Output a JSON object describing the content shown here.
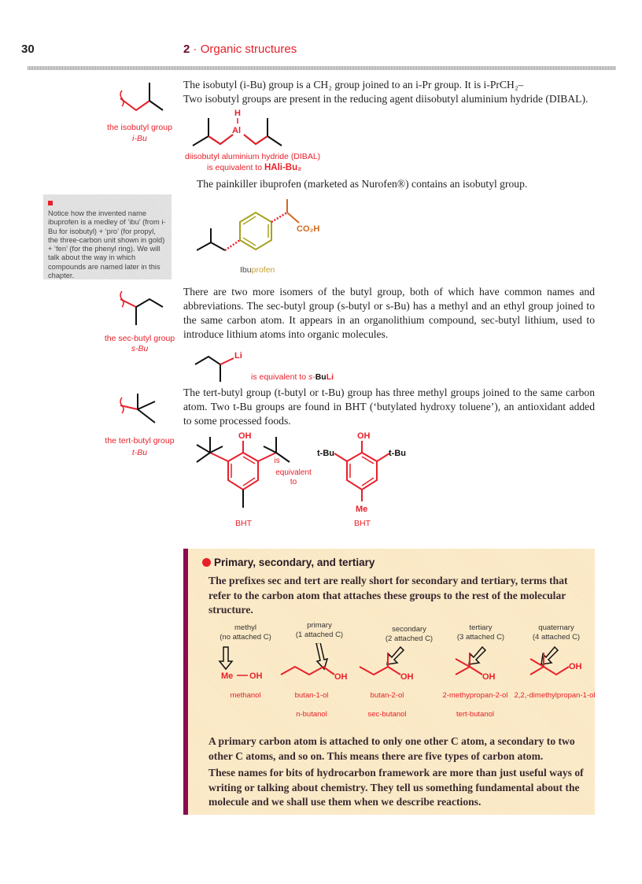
{
  "header": {
    "page_number": "30",
    "chapter_number": "2",
    "separator": "·",
    "chapter_title": "Organic structures"
  },
  "isobutyl": {
    "para_line1": "The isobutyl (i-Bu) group is a CH₂ group joined to an i-Pr group. It is i-PrCH₂–",
    "para_line2": "Two isobutyl groups are present in the reducing agent diisobutyl aluminium hydride (DIBAL).",
    "margin_caption1": "the isobutyl group",
    "margin_caption2": "i-Bu",
    "dibal_H": "H",
    "dibal_Al": "Al",
    "dibal_caption1": "diisobutyl aluminium hydride (DIBAL)",
    "dibal_caption2": "is equivalent to",
    "dibal_formula": "HAli-Bu₂"
  },
  "ibuprofen": {
    "para": "The painkiller ibuprofen (marketed as Nurofen®) contains an isobutyl group.",
    "co2h": "CO₂H",
    "label_ibu": "Ibu",
    "label_profen": "profen"
  },
  "note": "Notice how the invented name ibuprofen is a medley of ‘ibu’ (from i-Bu for isobutyl) + ‘pro’ (for propyl, the three-carbon unit shown in gold) + ‘fen’ (for the phenyl ring). We will talk about the way in which compounds are named later in this chapter.",
  "secbutyl": {
    "para": "There are two more isomers of the butyl group, both of which have common names and abbreviations. The sec-butyl group (s-butyl or s-Bu) has a methyl and an ethyl group joined to the same carbon atom. It appears in an organolithium compound, sec-butyl lithium, used to introduce lithium atoms into organic molecules.",
    "margin_caption1": "the sec-butyl group",
    "margin_caption2": "s-Bu",
    "li": "Li",
    "equiv": "is equivalent to",
    "formula_s": "s-",
    "formula_bu": "Bu",
    "formula_li": "Li"
  },
  "tertbutyl": {
    "para": "The tert-butyl group (t-butyl or t-Bu) group has three methyl groups joined to the same carbon atom. Two t-Bu groups are found in BHT (‘butylated hydroxy toluene’), an antioxidant added to some processed foods.",
    "margin_caption1": "the tert-butyl group",
    "margin_caption2": "t-Bu",
    "oh": "OH",
    "tbu": "t-Bu",
    "me": "Me",
    "equiv1": "is",
    "equiv2": "equivalent",
    "equiv3": "to",
    "bht": "BHT"
  },
  "box": {
    "title": "Primary, secondary, and tertiary",
    "para1": "The prefixes sec and tert are really short for secondary and tertiary, terms that refer to the carbon atom that attaches these groups to the rest of the molecular structure.",
    "types": [
      {
        "label": "methyl",
        "sub": "(no attached C)",
        "name": "methanol",
        "alt": ""
      },
      {
        "label": "primary",
        "sub": "(1 attached C)",
        "name": "butan-1-ol",
        "alt": "n-butanol"
      },
      {
        "label": "secondary",
        "sub": "(2 attached C)",
        "name": "butan-2-ol",
        "alt": "sec-butanol"
      },
      {
        "label": "tertiary",
        "sub": "(3 attached C)",
        "name": "2-methypropan-2-ol",
        "alt": "tert-butanol"
      },
      {
        "label": "quaternary",
        "sub": "(4 attached C)",
        "name": "2,2,-dimethylpropan-1-ol",
        "alt": ""
      }
    ],
    "meoh_me": "Me",
    "meoh_oh": "OH",
    "oh": "OH",
    "para2": "A primary carbon atom is attached to only one other C atom, a secondary to two other C atoms, and so on. This means there are five types of carbon atom.",
    "para3": "These names for bits of hydrocarbon framework are more than just useful ways of writing or talking about chemistry. They tell us something fundamental about the molecule and we shall use them when we describe reactions."
  },
  "colors": {
    "accent": "#e8202a",
    "box_border": "#8b0a50",
    "box_bg": "#fbe9c4",
    "gold": "#a6a320",
    "orange": "#d2691e"
  }
}
